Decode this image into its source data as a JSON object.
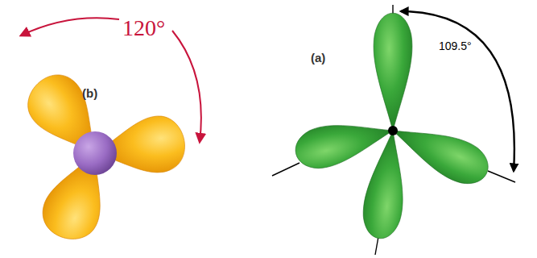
{
  "diagram": {
    "labels": [
      "120°",
      "(b)",
      "(a)",
      "109.5°"
    ]
  }
}
